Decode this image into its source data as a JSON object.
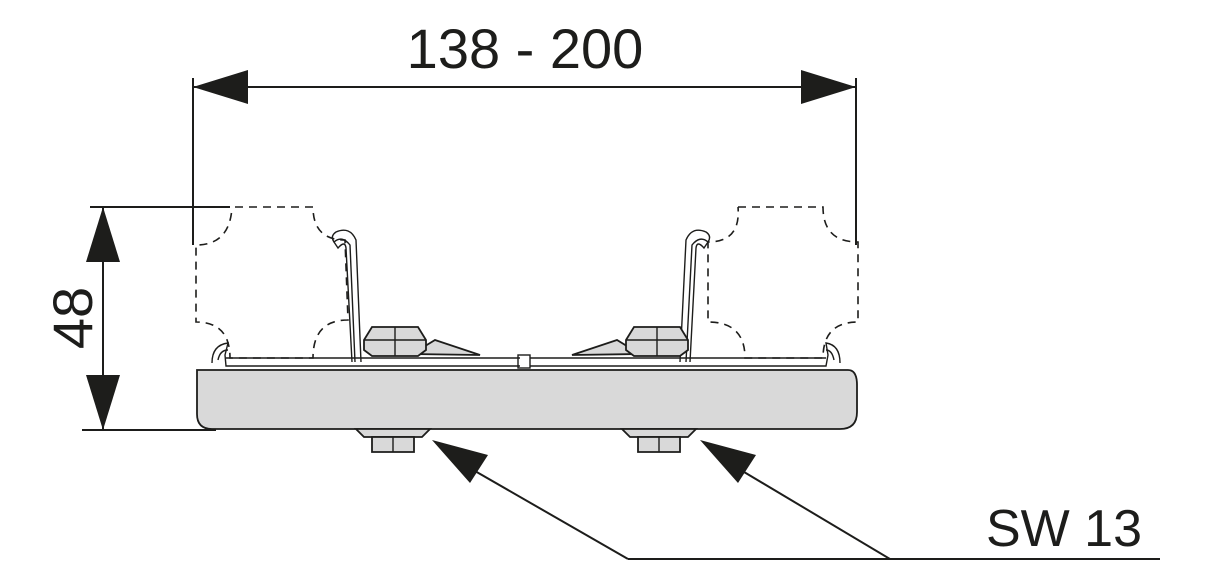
{
  "dimensions": {
    "width_label": "138 - 200",
    "height_label": "48",
    "wrench_label": "SW 13"
  },
  "colors": {
    "line": "#1d1d1b",
    "part_fill": "#d9d9d9",
    "background": "#ffffff"
  }
}
